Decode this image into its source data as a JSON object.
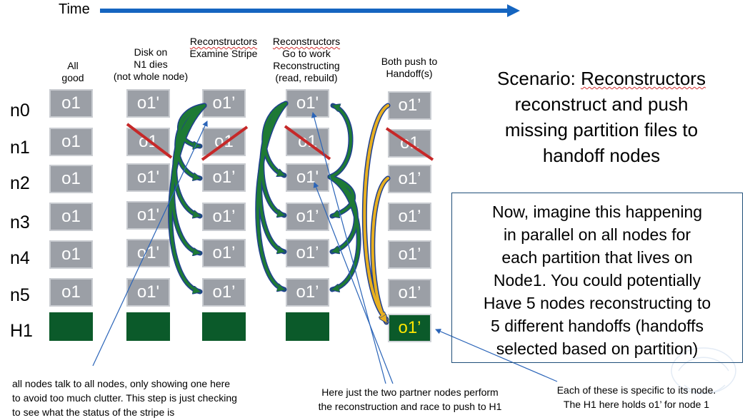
{
  "time_label": "Time",
  "rows": [
    "n0",
    "n1",
    "n2",
    "n3",
    "n4",
    "n5",
    "H1"
  ],
  "headers": {
    "all_good": [
      "All",
      "good"
    ],
    "disk_dies": [
      "Disk on",
      "N1 dies",
      "(not whole node)"
    ],
    "examine_word": "Reconstructors",
    "examine_rest": "Examine Stripe",
    "work_word": "Reconstructors",
    "work_rest": [
      "Go to work",
      "Reconstructing",
      "(read, rebuild)"
    ],
    "push": [
      "Both push to",
      "Handoff(s)"
    ]
  },
  "cells": {
    "c1": [
      "o1",
      "o1",
      "o1",
      "o1",
      "o1",
      "o1"
    ],
    "c2": [
      "o1'",
      "o1",
      "o1'",
      "o1'",
      "o1'",
      "o1'"
    ],
    "c3": [
      "o1’",
      "o1",
      "o1’",
      "o1’",
      "o1’",
      "o1’"
    ],
    "c4": [
      "o1'",
      "o1",
      "o1'",
      "o1’",
      "o1’",
      "o1’"
    ],
    "c5": [
      "o1’",
      "o1",
      "o1’",
      "o1’",
      "o1’",
      "o1’",
      "o1’"
    ]
  },
  "scenario": {
    "prefix": "Scenario:  ",
    "word": "Reconstructors",
    "rest": [
      "reconstruct and push",
      "missing partition files to",
      "handoff nodes"
    ]
  },
  "box_lines": [
    "Now, imagine this happening",
    "in parallel on all nodes for",
    "each partition that lives on",
    "Node1. You could potentially",
    "Have 5 nodes reconstructing to",
    "5 different handoffs (handoffs",
    "selected based on partition)"
  ],
  "notes": {
    "left": [
      "all nodes talk to all nodes, only showing one here",
      "to avoid too much clutter.  This step is just checking",
      "to see what the status of the stripe is"
    ],
    "middle": [
      "Here just the two partner nodes perform",
      "the reconstruction and race to push to H1"
    ],
    "right": [
      "Each of these is specific to its node.",
      "The H1 here holds o1’ for node 1"
    ]
  },
  "colors": {
    "time_arrow": "#1565c0",
    "cell": "#9b9fa6",
    "handoff": "#0b5a2a",
    "arrow_green": "#1e7a35",
    "arrow_outline": "#1f3f8f",
    "push_arrow": "#e8b020",
    "x_mark": "#c62828",
    "h1_text": "#ffe600"
  }
}
